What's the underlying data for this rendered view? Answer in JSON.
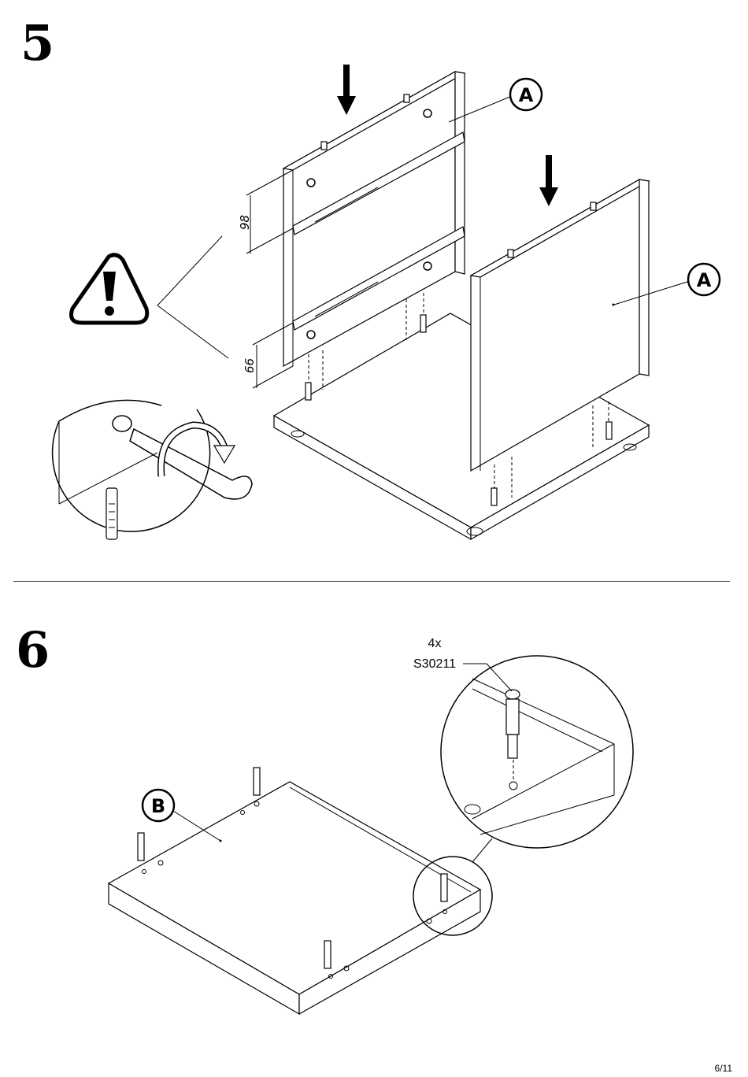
{
  "steps": [
    {
      "number": "5"
    },
    {
      "number": "6"
    }
  ],
  "step5": {
    "part_label_top": "A",
    "part_label_right": "A",
    "dim_top": "98",
    "dim_bottom": "66"
  },
  "step6": {
    "part_label": "B",
    "quantity": "4x",
    "part_code": "S30211"
  },
  "footer": {
    "page": "6/11"
  },
  "icons": [
    "warning-icon",
    "down-arrow-icon",
    "rotate-arrow-icon",
    "screwdriver-icon",
    "cam-bolt-icon"
  ]
}
